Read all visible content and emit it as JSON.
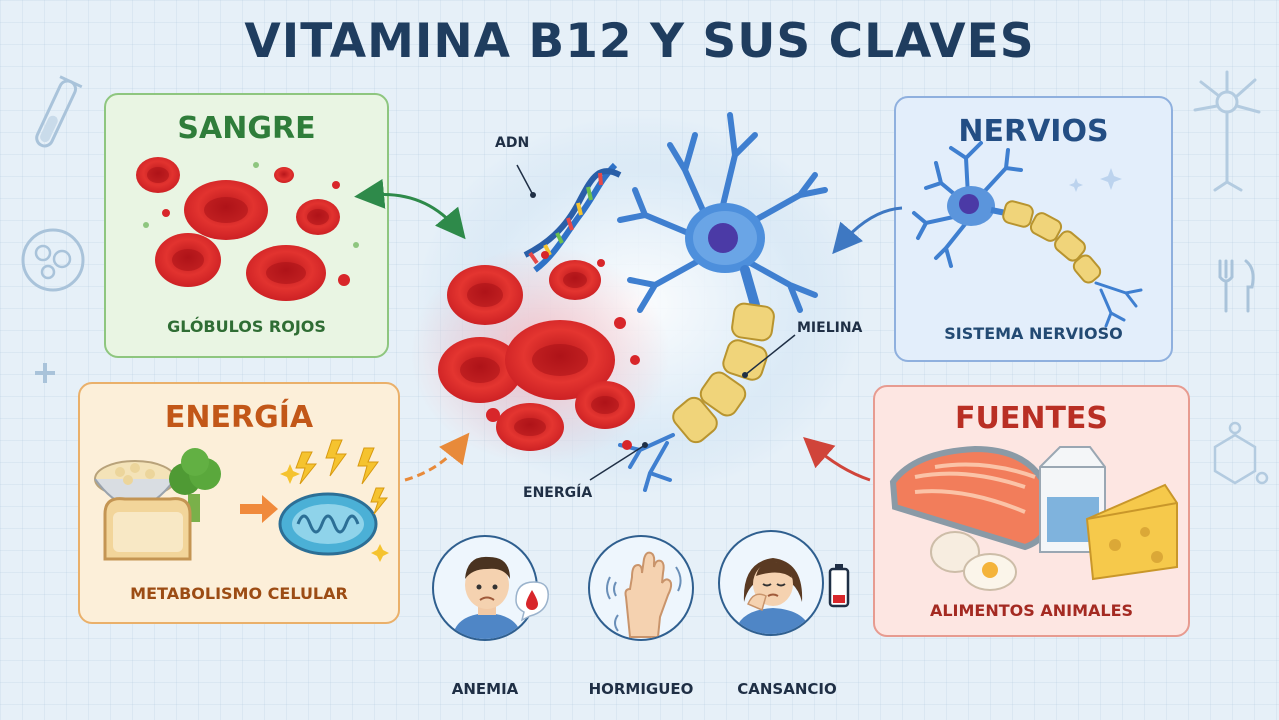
{
  "title": "VITAMINA B12 Y SUS CLAVES",
  "panels": {
    "sangre": {
      "title": "SANGRE",
      "caption": "GLÓBULOS ROJOS"
    },
    "energia": {
      "title": "ENERGÍA",
      "caption": "METABOLISMO CELULAR"
    },
    "nervios": {
      "title": "NERVIOS",
      "caption": "SISTEMA NERVIOSO"
    },
    "fuentes": {
      "title": "FUENTES",
      "caption": "ALIMENTOS ANIMALES"
    }
  },
  "center_labels": {
    "dna": "ADN",
    "myelin": "MIELINA",
    "energy": "ENERGÍA"
  },
  "symptoms": [
    {
      "label": "ANEMIA"
    },
    {
      "label": "HORMIGUEO"
    },
    {
      "label": "CANSANCIO"
    }
  ],
  "colors": {
    "title": "#1f3d5f",
    "blood": "#d8262a",
    "neuron": "#3f7fd0",
    "myelin": "#f0d47a",
    "sangre_accent": "#2f7d3a",
    "energia_accent": "#c25718",
    "nervios_accent": "#234e84",
    "fuentes_accent": "#b92f24"
  },
  "icons": [
    "dna-icon",
    "neuron-icon",
    "red-blood-cell-icon",
    "mitochondria-icon",
    "salmon-icon",
    "milk-carton-icon",
    "cheese-icon",
    "egg-icon",
    "blood-drop-icon",
    "low-battery-icon",
    "test-tube-icon",
    "fork-knife-icon"
  ]
}
